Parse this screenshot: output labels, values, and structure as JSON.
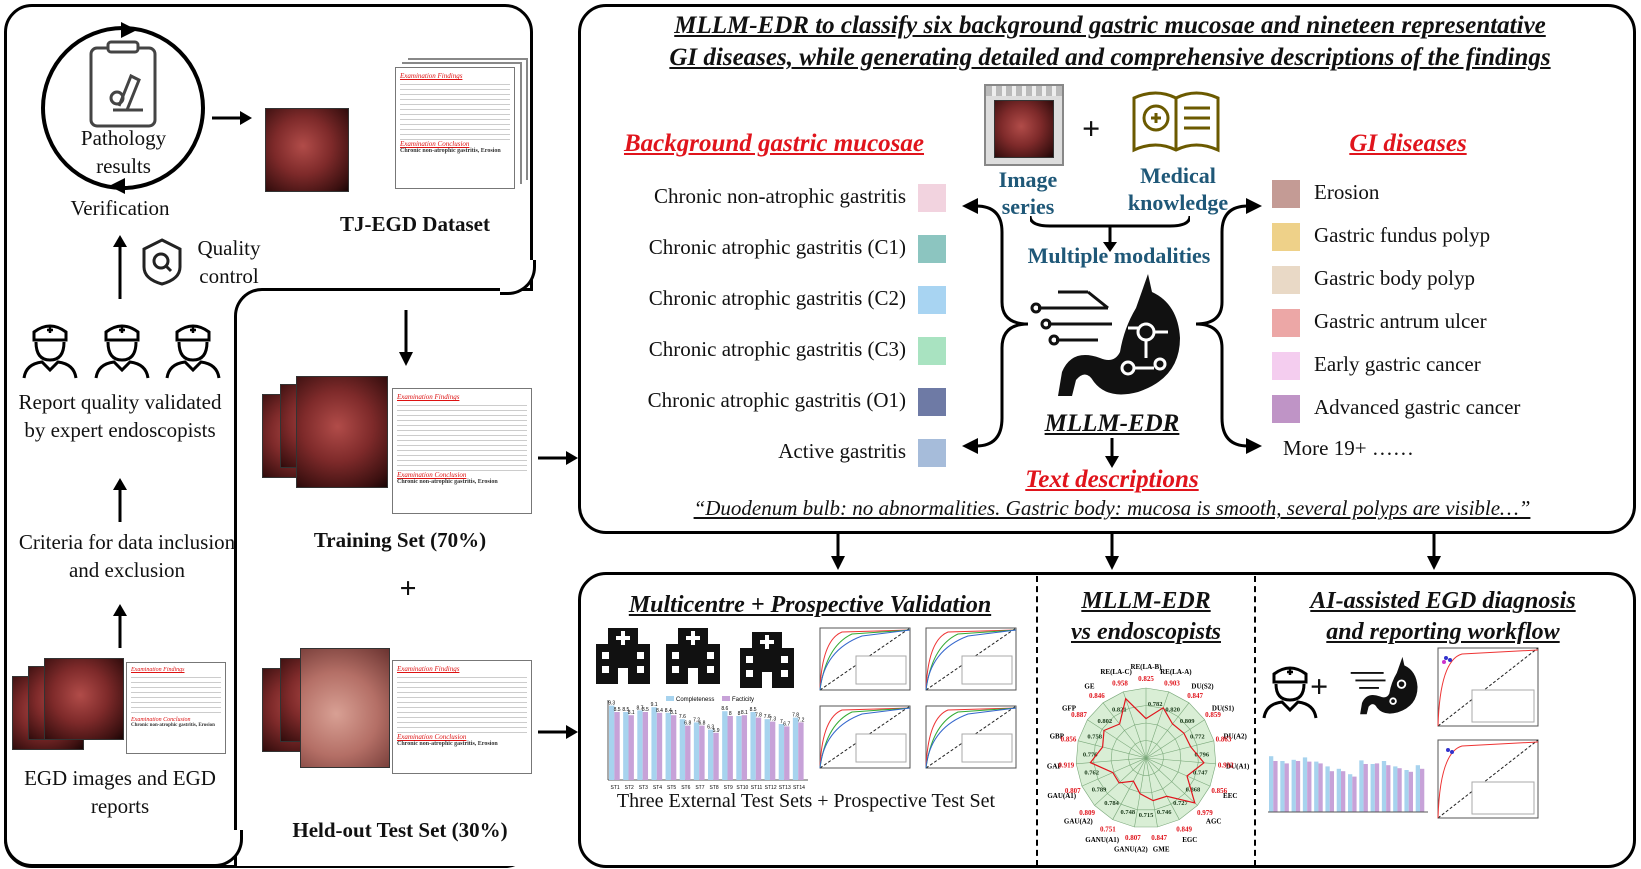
{
  "left_panel": {
    "pathology": "Pathology results",
    "verification": "Verification",
    "quality": "Quality control",
    "report_quality": "Report quality validated by expert endoscopists",
    "criteria": "Criteria for data inclusion and exclusion",
    "egd": "EGD images and EGD reports"
  },
  "datasets": {
    "tj_egd": "TJ-EGD Dataset",
    "training": "Training Set (70%)",
    "heldout": "Held-out Test Set (30%)",
    "plus": "+",
    "doc_heading": "Examination Findings",
    "doc_conclusion_heading": "Examination Conclusion",
    "doc_conclusion": "Chronic non-atrophic gastritis, Erosion"
  },
  "main": {
    "title_line1": "MLLM-EDR to classify six background gastric mucosae and nineteen representative",
    "title_line2": "GI diseases, while generating detailed and comprehensive descriptions of the findings",
    "bg_title": "Background gastric mucosae",
    "gi_title": "GI diseases",
    "image_series": "Image series",
    "medical_knowledge": "Medical knowledge",
    "plus": "+",
    "multiple_modalities": "Multiple modalities",
    "model_name": "MLLM-EDR",
    "text_desc_title": "Text descriptions",
    "quote": "“Duodenum bulb: no abnormalities. Gastric body: mucosa is smooth, several polyps are visible…”",
    "bg_items": [
      {
        "label": "Chronic non-atrophic gastritis",
        "color": "#f2d3df"
      },
      {
        "label": "Chronic atrophic gastritis (C1)",
        "color": "#8cc5c0"
      },
      {
        "label": "Chronic atrophic gastritis (C2)",
        "color": "#a8d4f2"
      },
      {
        "label": "Chronic atrophic gastritis (C3)",
        "color": "#a9e3c1"
      },
      {
        "label": "Chronic atrophic gastritis (O1)",
        "color": "#6e7aa5"
      },
      {
        "label": "Active gastritis",
        "color": "#a6bcda"
      }
    ],
    "gi_items": [
      {
        "label": "Erosion",
        "color": "#c49b95"
      },
      {
        "label": "Gastric fundus polyp",
        "color": "#eed189"
      },
      {
        "label": "Gastric body polyp",
        "color": "#e9d9c6"
      },
      {
        "label": "Gastric antrum ulcer",
        "color": "#eca7a6"
      },
      {
        "label": "Early gastric cancer",
        "color": "#f4cdef"
      },
      {
        "label": "Advanced gastric cancer",
        "color": "#bf94c6"
      }
    ],
    "more": "More 19+ ……"
  },
  "bottom": {
    "validation_title": "Multicentre + Prospective Validation",
    "validation_caption": "Three External Test Sets + Prospective Test Set",
    "vs_title_line1": "MLLM-EDR",
    "vs_title_line2": "vs endoscopists",
    "workflow_title_line1": "AI-assisted EGD diagnosis",
    "workflow_title_line2": "and reporting workflow",
    "legend_completeness": "Completeness",
    "legend_facticity": "Facticity"
  },
  "chart_data": [
    {
      "type": "bar",
      "categories": [
        "ST1",
        "ST2",
        "ST3",
        "ST4",
        "ST5",
        "ST6",
        "ST7",
        "ST8",
        "ST9",
        "ST10",
        "ST11",
        "ST12",
        "ST13",
        "ST14"
      ],
      "series": [
        {
          "name": "Completeness",
          "values": [
            9.3,
            8.5,
            8.7,
            9.1,
            8.4,
            7.6,
            7.2,
            6.3,
            8.6,
            8.0,
            8.5,
            7.6,
            7.0,
            7.8
          ]
        },
        {
          "name": "Facticity",
          "values": [
            8.5,
            8.1,
            8.5,
            8.4,
            8.1,
            6.8,
            6.8,
            5.9,
            8.0,
            8.1,
            7.8,
            7.3,
            6.7,
            7.2
          ]
        }
      ],
      "ylim": [
        0,
        10
      ],
      "colors": [
        "#a7d3ee",
        "#c7a2d8"
      ]
    },
    {
      "type": "radar",
      "axes": [
        "RE(LA-B)",
        "RE(LA-A)",
        "DU(S2)",
        "DU(S1)",
        "DU(A2)",
        "DU(A1)",
        "EEC",
        "AGC",
        "EGC",
        "GME",
        "GANU(A2)",
        "GANU(A1)",
        "GAU(A2)",
        "GAU(A1)",
        "GAP",
        "GBP",
        "GFP",
        "GE",
        "RE(LA-C)"
      ],
      "labels_red": [
        "0.825",
        "0.903",
        "0.847",
        "0.859",
        "0.863",
        "0.932",
        "0.856",
        "0.979",
        "0.849",
        "0.847",
        "0.807",
        "0.751",
        "0.809",
        "0.807",
        "0.919",
        "0.856",
        "0.887",
        "0.846",
        "0.958"
      ],
      "labels_black": [
        "0.782",
        "0.820",
        "0.809",
        "0.772",
        "0.796",
        "0.747",
        "0.868",
        "0.727",
        "0.746",
        "0.715",
        "0.748",
        "0.784",
        "0.789",
        "0.762",
        "0.776",
        "0.758",
        "0.802",
        "0.821"
      ]
    }
  ]
}
